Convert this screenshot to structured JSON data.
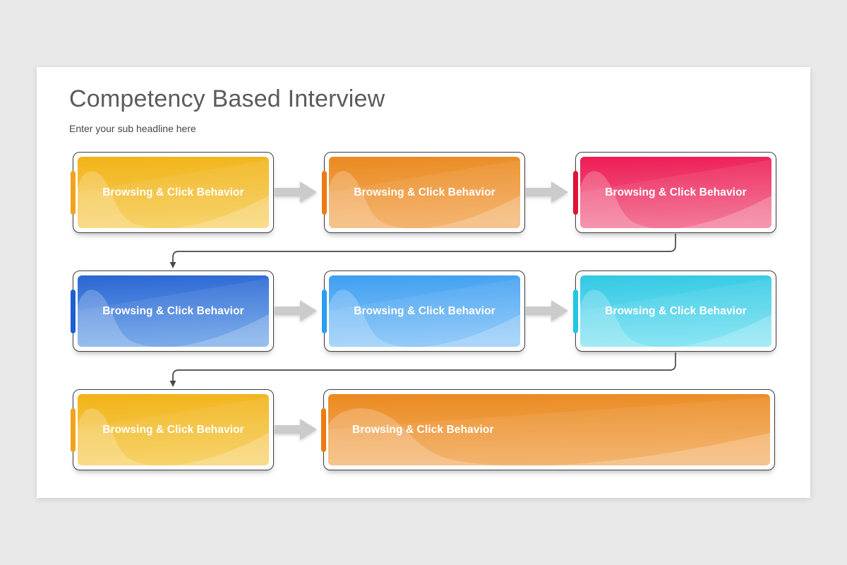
{
  "slide": {
    "title": "Competency Based Interview",
    "subtitle": "Enter your sub headline here"
  },
  "boxes": [
    {
      "label": "Browsing & Click Behavior",
      "colors": {
        "top": "#F2B318",
        "bottom": "#F6CF5D",
        "bar": "#F2A31D"
      }
    },
    {
      "label": "Browsing & Click Behavior",
      "colors": {
        "top": "#EA8A20",
        "bottom": "#F3AE63",
        "bar": "#EE7A14"
      }
    },
    {
      "label": "Browsing & Click Behavior",
      "colors": {
        "top": "#ED1C54",
        "bottom": "#F16C90",
        "bar": "#DF1237"
      }
    },
    {
      "label": "Browsing & Click Behavior",
      "colors": {
        "top": "#2A66D3",
        "bottom": "#6FA5E8",
        "bar": "#1F60D0"
      }
    },
    {
      "label": "Browsing & Click Behavior",
      "colors": {
        "top": "#3F9FF1",
        "bottom": "#8AC6F8",
        "bar": "#2D9CF2"
      }
    },
    {
      "label": "Browsing & Click Behavior",
      "colors": {
        "top": "#32C9E4",
        "bottom": "#7FE2F2",
        "bar": "#1FC8E0"
      }
    },
    {
      "label": "Browsing & Click Behavior",
      "colors": {
        "top": "#F2B318",
        "bottom": "#F6CF5D",
        "bar": "#F2A31D"
      }
    },
    {
      "label": "Browsing & Click Behavior",
      "colors": {
        "top": "#EA8A20",
        "bottom": "#F3AE63",
        "bar": "#EE7A14"
      }
    }
  ],
  "style": {
    "background": "#E9E9E9",
    "card_background": "#FFFFFF",
    "title_color": "#5B5B5B",
    "subtitle_color": "#474747",
    "box_border_color": "#3E3E3E",
    "connector_color": "#474747",
    "arrow_color": "#CBCBCB"
  }
}
